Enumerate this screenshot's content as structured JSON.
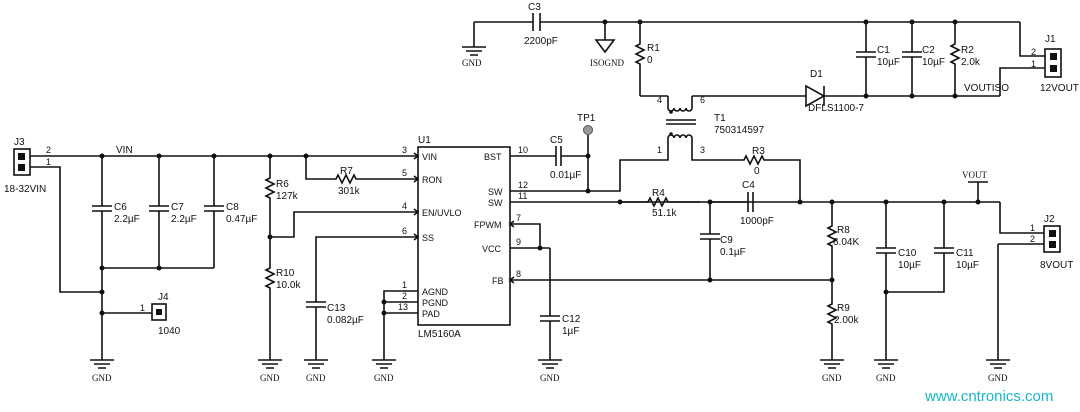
{
  "labels": {
    "c3": "C3",
    "c3_val": "2200pF",
    "gnd": "GND",
    "isognd": "ISOGND",
    "r1": "R1",
    "r1_val": "0",
    "c1": "C1",
    "c1_val": "10µF",
    "c2": "C2",
    "c2_val": "10µF",
    "r2": "R2",
    "r2_val": "2.0k",
    "d1": "D1",
    "d1_val": "DFLS1100-7",
    "j1": "J1",
    "j1_name": "12VOUT",
    "voutiso": "VOUTISO",
    "tp1": "TP1",
    "t1": "T1",
    "t1_val": "750314597",
    "u1": "U1",
    "u1_name": "LM5160A",
    "j3": "J3",
    "j3_name": "18-32VIN",
    "vin": "VIN",
    "c6": "C6",
    "c6_val": "2.2µF",
    "c7": "C7",
    "c7_val": "2.2µF",
    "c8": "C8",
    "c8_val": "0.47µF",
    "r6": "R6",
    "r6_val": "127k",
    "r7": "R7",
    "r7_val": "301k",
    "r10": "R10",
    "r10_val": "10.0k",
    "c13": "C13",
    "c13_val": "0.082µF",
    "j4": "J4",
    "j4_name": "1040",
    "c5": "C5",
    "c5_val": "0.01µF",
    "r3": "R3",
    "r3_val": "0",
    "r4": "R4",
    "r4_val": "51.1k",
    "c4": "C4",
    "c4_val": "1000pF",
    "c9": "C9",
    "c9_val": "0.1µF",
    "c12": "C12",
    "c12_val": "1µF",
    "r8": "R8",
    "r8_val": "6.04K",
    "r9": "R9",
    "r9_val": "2.00k",
    "c10": "C10",
    "c10_val": "10µF",
    "c11": "C11",
    "c11_val": "10µF",
    "vout": "VOUT",
    "j2": "J2",
    "j2_name": "8VOUT",
    "watermark": "www.cntronics.com"
  },
  "pins": {
    "vin": "VIN",
    "ron": "RON",
    "enuvlo": "EN/UVLO",
    "ss": "SS",
    "agnd": "AGND",
    "pgnd": "PGND",
    "pad": "PAD",
    "bst": "BST",
    "sw1": "SW",
    "sw2": "SW",
    "fpwm": "FPWM",
    "vcc": "VCC",
    "fb": "FB",
    "n3": "3",
    "n5": "5",
    "n4": "4",
    "n6": "6",
    "n1": "1",
    "n2": "2",
    "n13": "13",
    "n10": "10",
    "n12": "12",
    "n11": "11",
    "n7": "7",
    "n9": "9",
    "n8": "8",
    "t4": "4",
    "t6": "6",
    "t1": "1",
    "t3": "3",
    "j1_2": "2",
    "j1_1": "1",
    "j2_1": "1",
    "j2_2": "2",
    "j3_2": "2",
    "j3_1": "1",
    "j4_1": "1"
  }
}
